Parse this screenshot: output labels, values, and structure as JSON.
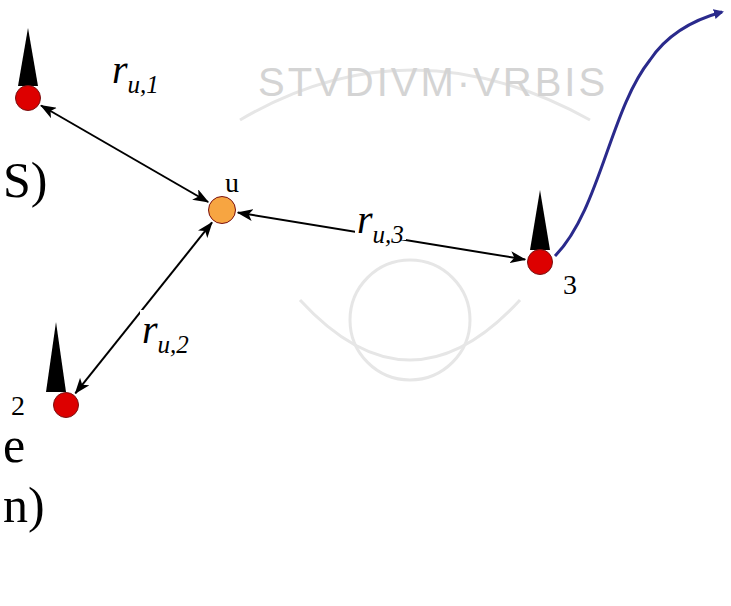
{
  "diagram": {
    "nodes": [
      {
        "text": []
      },
      {
        "text": [
          "u"
        ]
      },
      {
        "text": [
          "3"
        ]
      },
      {
        "text": [
          "2"
        ]
      }
    ],
    "edges": [
      {
        "from": 1,
        "to": 0,
        "arrow": "both",
        "label": "ru,1"
      },
      {
        "from": 1,
        "to": 3,
        "arrow": "both",
        "label": "ru,2"
      },
      {
        "from": 1,
        "to": 2,
        "arrow": "both",
        "label": "ru,3"
      }
    ],
    "labels": [
      "STVDIVM·VRBIS",
      "S)",
      "e",
      "n)"
    ]
  }
}
